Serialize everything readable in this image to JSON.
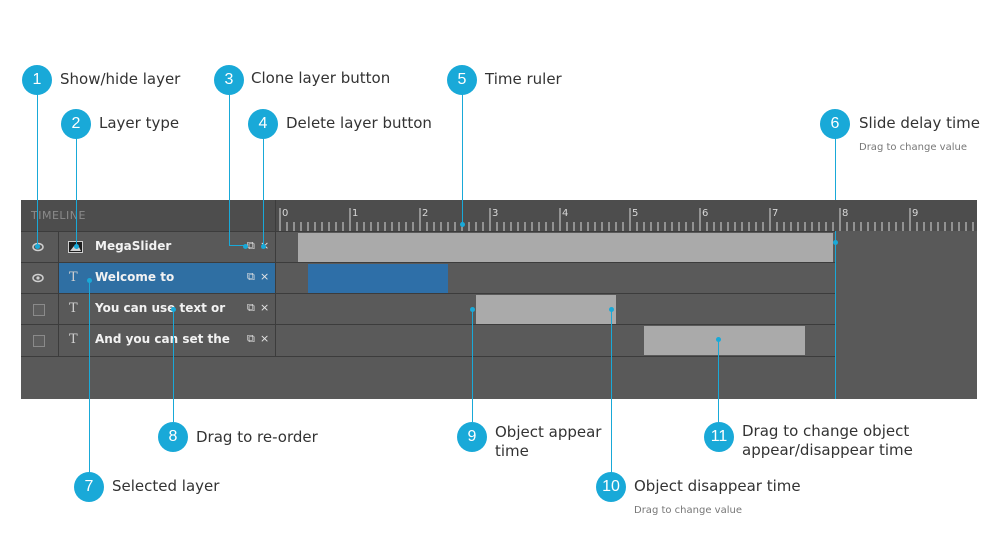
{
  "timeline": {
    "title": "TIMELINE",
    "ruler_labels": [
      "0",
      "1",
      "2",
      "3",
      "4",
      "5",
      "6",
      "7",
      "8",
      "9"
    ],
    "slide_delay_seconds": 7.9,
    "layers": [
      {
        "type_icon": "image-icon",
        "name": "MegaSlider",
        "visible": true,
        "selected": false,
        "appear": 0.25,
        "disappear": 7.9,
        "bar_color": "#aaaaaa"
      },
      {
        "type_icon": "T",
        "name": "Welcome to",
        "visible": true,
        "selected": true,
        "appear": 0.4,
        "disappear": 2.4,
        "bar_color": "#2e6fa8"
      },
      {
        "type_icon": "T",
        "name": "You can use text or",
        "visible": false,
        "selected": false,
        "appear": 2.8,
        "disappear": 4.8,
        "bar_color": "#aaaaaa"
      },
      {
        "type_icon": "T",
        "name": "And you can set the",
        "visible": false,
        "selected": false,
        "appear": 5.2,
        "disappear": 7.5,
        "bar_color": "#aaaaaa"
      }
    ],
    "clone_glyph": "⧉",
    "delete_glyph": "×"
  },
  "callouts": {
    "c1": {
      "num": "1",
      "label": "Show/hide layer"
    },
    "c2": {
      "num": "2",
      "label": "Layer type"
    },
    "c3": {
      "num": "3",
      "label": "Clone layer button"
    },
    "c4": {
      "num": "4",
      "label": "Delete layer button"
    },
    "c5": {
      "num": "5",
      "label": "Time ruler"
    },
    "c6": {
      "num": "6",
      "label": "Slide delay time",
      "sub": "Drag to change value"
    },
    "c7": {
      "num": "7",
      "label": "Selected layer"
    },
    "c8": {
      "num": "8",
      "label": "Drag to re-order"
    },
    "c9": {
      "num": "9",
      "label": "Object appear\ntime"
    },
    "c10": {
      "num": "10",
      "label": "Object disappear time",
      "sub": "Drag to change value"
    },
    "c11": {
      "num": "11",
      "label": "Drag to change object\nappear/disappear time"
    }
  },
  "colors": {
    "accent": "#19a9d8",
    "selected": "#2f6fa3"
  }
}
